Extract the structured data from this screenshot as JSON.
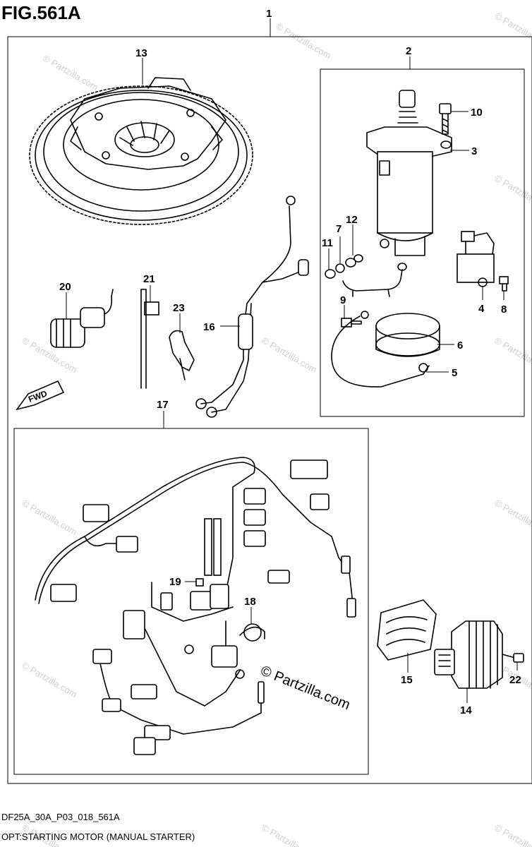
{
  "figure": {
    "title": "FIG.561A",
    "code": "DF25A_30A_P03_018_561A",
    "caption": "OPT:STARTING MOTOR (MANUAL STARTER)"
  },
  "badge": {
    "fwd": "FWD"
  },
  "watermark": {
    "small": "© Partzilla.com",
    "large": "© Partzilla.com"
  },
  "callouts": {
    "c1": "1",
    "c2": "2",
    "c3": "3",
    "c4": "4",
    "c5": "5",
    "c6": "6",
    "c7": "7",
    "c8": "8",
    "c9": "9",
    "c10": "10",
    "c11": "11",
    "c12": "12",
    "c13": "13",
    "c14": "14",
    "c15": "15",
    "c16": "16",
    "c17": "17",
    "c18": "18",
    "c19": "19",
    "c20": "20",
    "c21": "21",
    "c22": "22",
    "c23": "23"
  },
  "icons": {
    "fwd_arrow": "fwd-arrow-icon",
    "copyright": "copyright-icon"
  },
  "colors": {
    "line": "#000000",
    "background": "#ffffff",
    "watermark": "#cfcfcf"
  }
}
